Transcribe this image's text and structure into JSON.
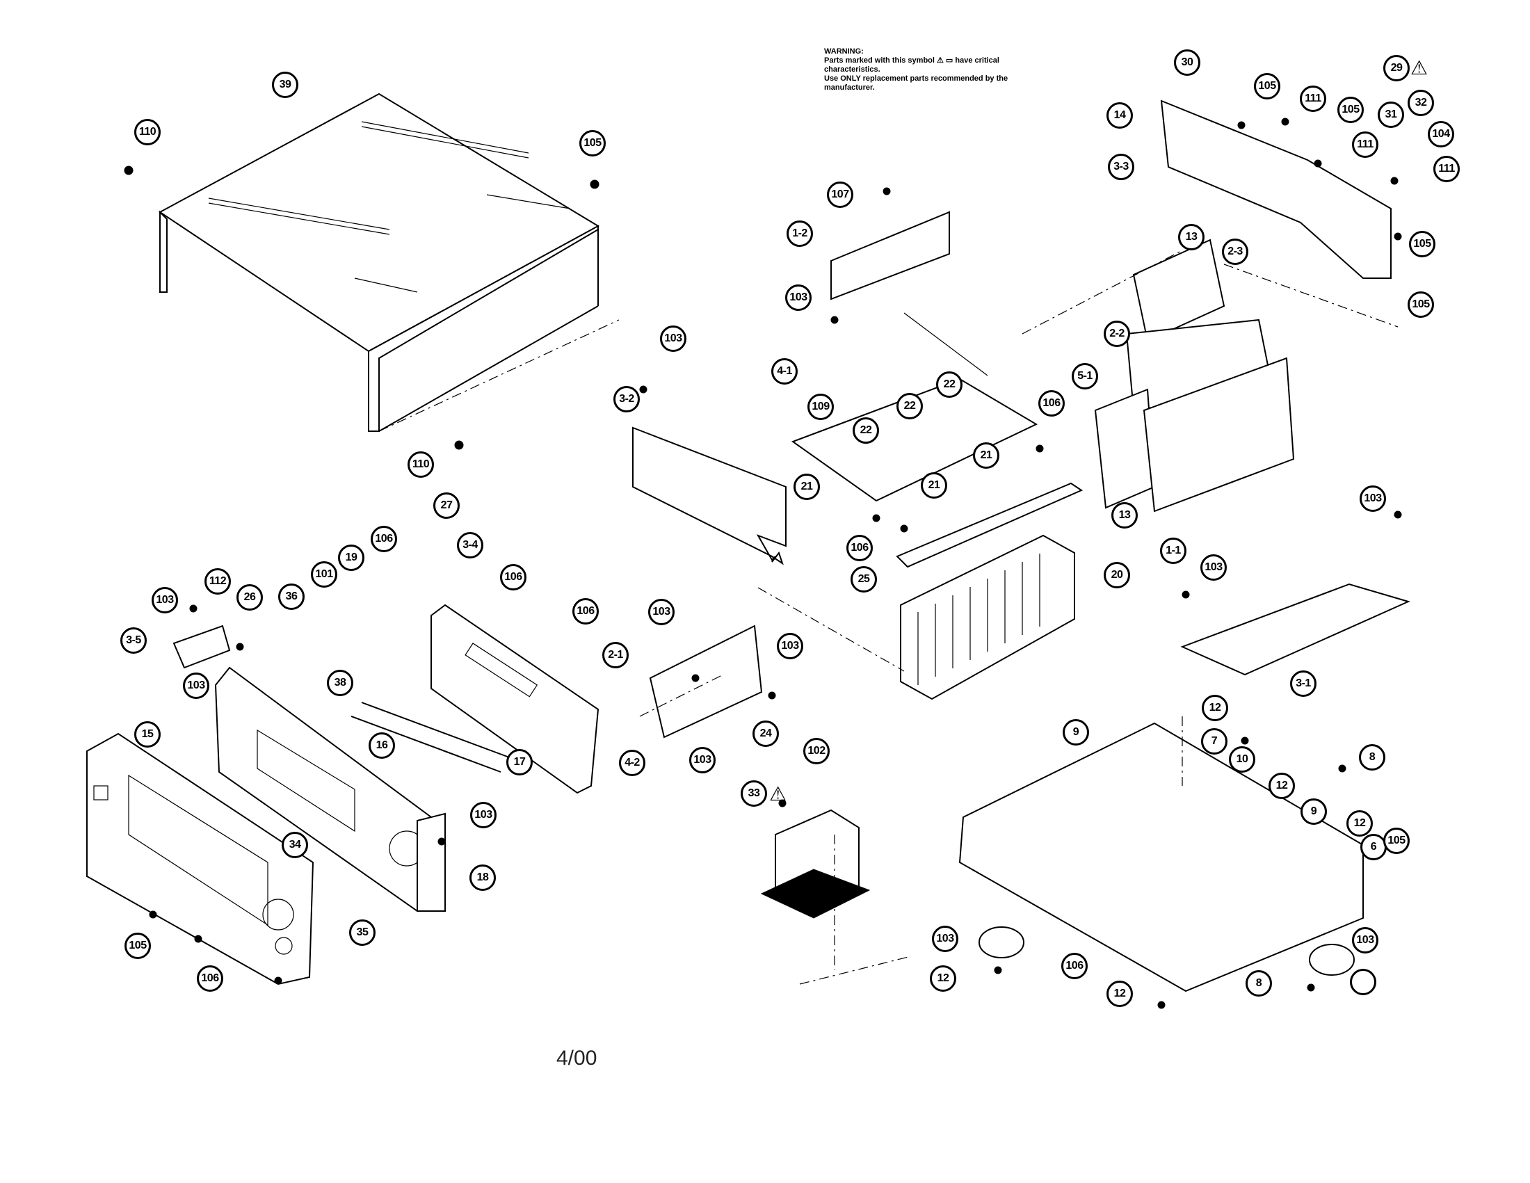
{
  "warning": {
    "line1": "WARNING:",
    "line2": "Parts marked with this symbol ⚠ ▭ have critical",
    "line3": "characteristics.",
    "line4": "Use ONLY replacement parts recommended by the",
    "line5": "manufacturer."
  },
  "page_code": "4/00",
  "callouts": [
    "39",
    "110",
    "105",
    "110",
    "107",
    "1-2",
    "103",
    "4-1",
    "103",
    "3-2",
    "109",
    "22",
    "22",
    "22",
    "21",
    "21",
    "21",
    "106",
    "30",
    "105",
    "111",
    "105",
    "111",
    "31",
    "32",
    "104",
    "111",
    "29",
    "14",
    "3-3",
    "13",
    "2-3",
    "2-2",
    "5-1",
    "13",
    "1-1",
    "105",
    "105",
    "27",
    "3-4",
    "106",
    "19",
    "101",
    "36",
    "103",
    "112",
    "26",
    "3-5",
    "103",
    "38",
    "106",
    "106",
    "2-1",
    "15",
    "16",
    "17",
    "103",
    "18",
    "34",
    "35",
    "105",
    "106",
    "103",
    "103",
    "103",
    "4-2",
    "24",
    "102",
    "33",
    "106",
    "25",
    "20",
    "103",
    "103",
    "3-1",
    "12",
    "9",
    "7",
    "10",
    "12",
    "9",
    "12",
    "6",
    "105",
    "8",
    "103",
    "12",
    "106",
    "12",
    "8",
    "103"
  ],
  "caution_symbols": [
    "⚠",
    "⚠"
  ]
}
